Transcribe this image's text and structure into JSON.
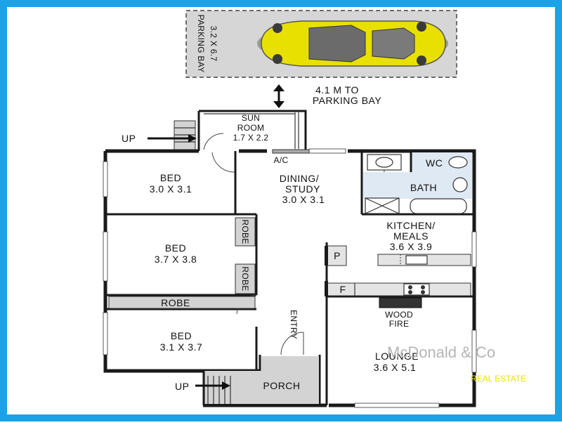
{
  "parking": {
    "title": "PARKING BAY",
    "size": "3.2 X 6.7"
  },
  "distance": {
    "line1": "4.1 M TO",
    "line2": "PARKING BAY"
  },
  "rooms": {
    "sun_room": {
      "name1": "SUN",
      "name2": "ROOM",
      "size": "1.7 X 2.2"
    },
    "bed1": {
      "name": "BED",
      "size": "3.0 X 3.1"
    },
    "bed2": {
      "name": "BED",
      "size": "3.7 X 3.8"
    },
    "bed3": {
      "name": "BED",
      "size": "3.1 X 3.7"
    },
    "dining": {
      "name1": "DINING/",
      "name2": "STUDY",
      "size": "3.0 X 3.1"
    },
    "kitchen": {
      "name1": "KITCHEN/",
      "name2": "MEALS",
      "size": "3.6 X 3.9"
    },
    "lounge": {
      "name": "LOUNGE",
      "size": "3.6 X 5.1"
    },
    "bath": {
      "name": "BATH"
    },
    "wc": {
      "name": "WC"
    },
    "porch": {
      "name": "PORCH"
    },
    "entry": {
      "name": "ENTRY"
    }
  },
  "fixtures": {
    "ac": "A/C",
    "pantry": "P",
    "fridge": "F",
    "robe_upper": "ROBE",
    "robe_lower": "ROBE",
    "robe_horizontal": "ROBE",
    "wood_fire1": "WOOD",
    "wood_fire2": "FIRE"
  },
  "stairs": {
    "up_top": "UP",
    "up_bottom": "UP"
  },
  "branding": {
    "name": "McDonald & Co",
    "tagline": "REAL ESTATE",
    "brand_color": "#b5b5b5",
    "tagline_color": "#e8e200"
  },
  "colors": {
    "frame": "#1aa3e8",
    "car": "#e8e000",
    "parking_fill": "#d6d6d6",
    "grey_fixture": "#d3d3d3"
  }
}
